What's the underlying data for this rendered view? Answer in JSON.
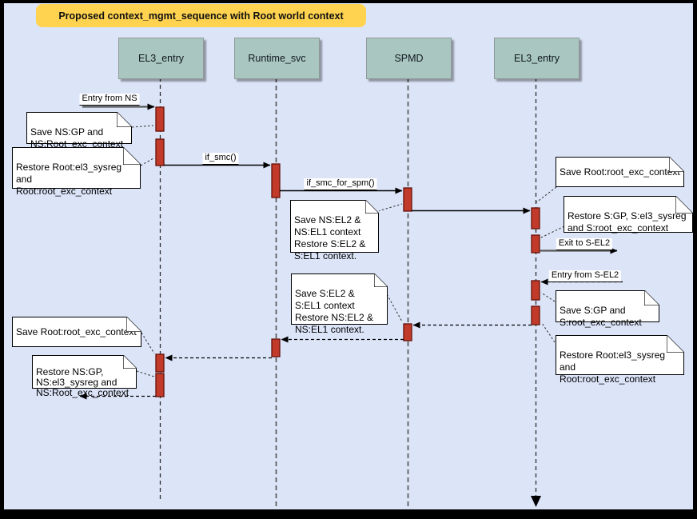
{
  "title": "Proposed context_mgmt_sequence with Root world context",
  "lifelines": [
    {
      "label": "EL3_entry"
    },
    {
      "label": "Runtime_svc"
    },
    {
      "label": "SPMD"
    },
    {
      "label": "EL3_entry"
    }
  ],
  "messages": {
    "entry_from_ns": "Entry from NS",
    "if_smc": "if_smc()",
    "if_smc_for_spm": "if_smc_for_spm()",
    "exit_to_sel2": "Exit to S-EL2",
    "entry_from_sel2": "Entry from S-EL2"
  },
  "notes": {
    "n1_save_ns_gp": "Save NS:GP and\nNS:Root_exc_context",
    "n2_restore_root": "Restore Root:el3_sysreg\nand\nRoot:root_exc_context",
    "n3_save_ns_el2": "Save NS:EL2 &\nNS:EL1 context\nRestore S:EL2 &\nS:EL1 context.",
    "n4_save_root_exc": "Save Root:root_exc_context",
    "n5_restore_s_gp": "Restore S:GP, S:el3_sysreg\nand S:root_exc_context",
    "n6_save_s_el2": "Save S:EL2 &\nS:EL1 context\nRestore NS:EL2 &\nNS:EL1 context.",
    "n7_save_s_gp": "Save S:GP and\nS:root_exc_context",
    "n8_restore_root": "Restore Root:el3_sysreg\nand\nRoot:root_exc_context",
    "n9_save_root_exc": "Save Root:root_exc_context",
    "n10_restore_ns_gp": "Restore NS:GP,\nNS:el3_sysreg and\nNS:Root_exc_context"
  },
  "colors": {
    "canvas_bg": "#dce4f8",
    "title_bg": "#ffd34f",
    "lifeline_header_fill": "#a9c6c0",
    "activation_fill": "#c23b2a",
    "activation_border": "#651109",
    "note_fill": "#ffffff"
  }
}
